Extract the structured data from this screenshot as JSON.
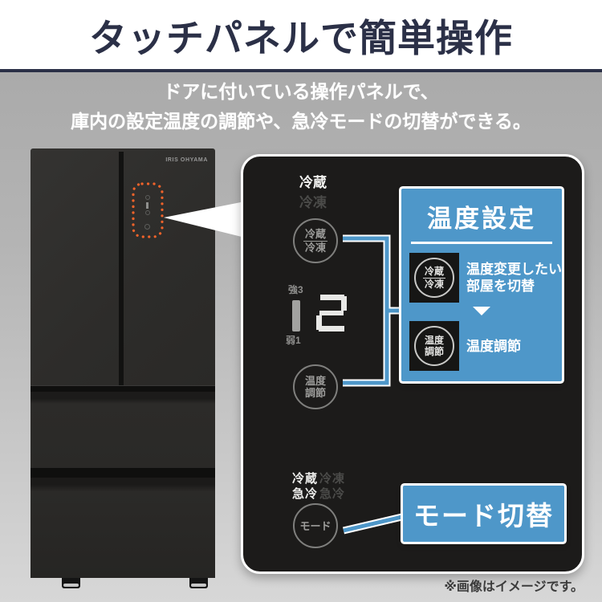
{
  "header": {
    "title": "タッチパネルで簡単操作"
  },
  "intro": {
    "lines": [
      "ドアに付いている操作パネルで、",
      "庫内の設定温度の調節や、急冷モードの切替ができる。"
    ]
  },
  "fridge": {
    "brand": "IRIS OHYAMA"
  },
  "control_panel": {
    "compartment_labels": {
      "active": "冷蔵",
      "inactive": "冷凍"
    },
    "select_button": {
      "line1": "冷蔵",
      "line2": "冷凍"
    },
    "level_display": {
      "high_label": "強3",
      "low_label": "弱1",
      "value": "2"
    },
    "temp_button": {
      "line1": "温度",
      "line2": "調節"
    },
    "quick_cool_labels": {
      "active_col": [
        "冷蔵",
        "急冷"
      ],
      "inactive_col": [
        "冷凍",
        "急冷"
      ]
    },
    "mode_button": {
      "label": "モード"
    }
  },
  "temp_callout": {
    "title": "温度設定",
    "steps": [
      {
        "button": {
          "line1": "冷蔵",
          "line2": "冷凍"
        },
        "desc_line1": "温度変更したい",
        "desc_line2": "部屋を切替"
      },
      {
        "button": {
          "line1": "温度",
          "line2": "調節"
        },
        "desc_line1": "温度調節",
        "desc_line2": ""
      }
    ]
  },
  "mode_callout": {
    "title": "モード切替"
  },
  "footnote": {
    "text": "※画像はイメージです。"
  },
  "colors": {
    "accent_blue": "#4e97c9",
    "navy": "#2b3047",
    "highlight_orange": "#f2632a",
    "panel_black": "#1c1b1a"
  }
}
